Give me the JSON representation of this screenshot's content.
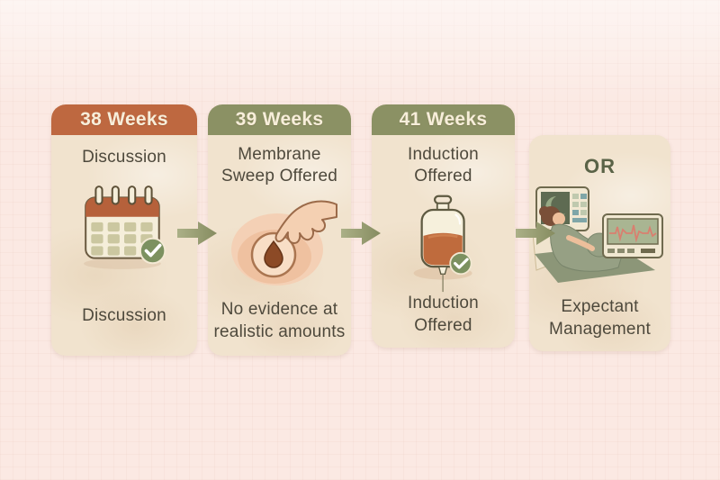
{
  "page": {
    "type": "pregnancy-timeline-infographic",
    "background_color": "#FBE9E3"
  },
  "colors": {
    "card_background": "#F1E3CE",
    "orange_header_bg": "#BE6840",
    "green_header_bg": "#8B9164",
    "header_text": "#F7EEDA",
    "body_text": "#4E493C",
    "or_text": "#5A6347",
    "arrow_green": "#8F956B",
    "checkmark_green": "#7C9160"
  },
  "timeline": {
    "cards": [
      {
        "header": "38 Weeks",
        "header_color": "#BE6840",
        "top_text": "Discussion",
        "icon": "calendar-check-icon",
        "bottom_text": "Discussion"
      },
      {
        "header": "39 Weeks",
        "header_color": "#8B9164",
        "top_text": "Membrane\nSweep Offered",
        "icon": "membrane-sweep-icon",
        "bottom_text": "No evidence at\nrealistic amounts"
      },
      {
        "header": "41 Weeks",
        "header_color": "#8B9164",
        "top_text": "Induction\nOffered",
        "icon": "iv-drip-check-icon",
        "bottom_text": "Induction\nOffered"
      },
      {
        "or_label": "OR",
        "icon": "pregnant-woman-monitoring-illustration",
        "bottom_text": "Expectant\nManagement"
      }
    ],
    "arrows": [
      "right",
      "right",
      "right"
    ]
  }
}
